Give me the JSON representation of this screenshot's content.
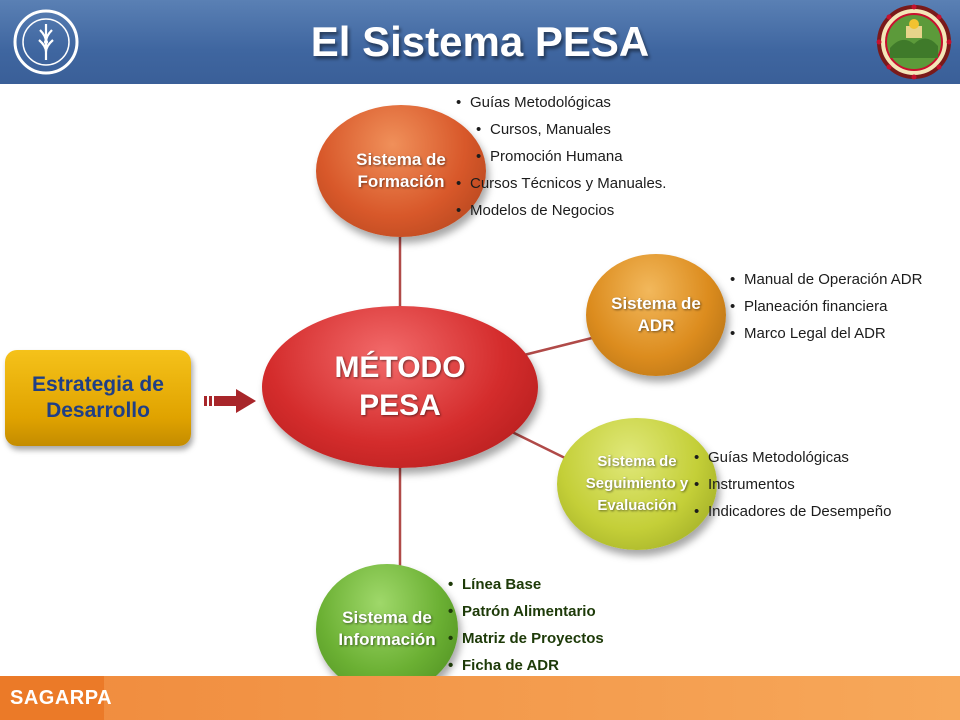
{
  "header": {
    "title": "El Sistema PESA",
    "fao_logo_icon": "fao-emblem-icon",
    "seal_icon": "state-seal-icon",
    "background_color": "#4a70a8"
  },
  "footer": {
    "brand": "SAGARPA",
    "color": "#f08a3c"
  },
  "strategy": {
    "label": "Estrategia de Desarrollo",
    "color": "#e8ad00",
    "text_color": "#1f3f86"
  },
  "center": {
    "label": "MÉTODO PESA",
    "color": "#d42c2c"
  },
  "systems": [
    {
      "label": "Sistema de Formación",
      "color": "#d8582a",
      "items": [
        "Guías Metodológicas",
        "Cursos, Manuales",
        "Promoción Humana",
        "Cursos Técnicos y Manuales.",
        "Modelos de Negocios"
      ]
    },
    {
      "label": "Sistema de ADR",
      "color": "#dc8c1e",
      "items": [
        "Manual de Operación ADR",
        "Planeación financiera",
        "Marco Legal del ADR"
      ]
    },
    {
      "label": "Sistema de Seguimiento y Evaluación",
      "color": "#c4cf38",
      "items": [
        "Guías Metodológicas",
        "Instrumentos",
        "Indicadores de Desempeño"
      ]
    },
    {
      "label": "Sistema de Información",
      "color": "#6bb033",
      "items": [
        "Línea Base",
        "Patrón Alimentario",
        "Matriz de Proyectos",
        "Ficha de ADR"
      ]
    }
  ]
}
